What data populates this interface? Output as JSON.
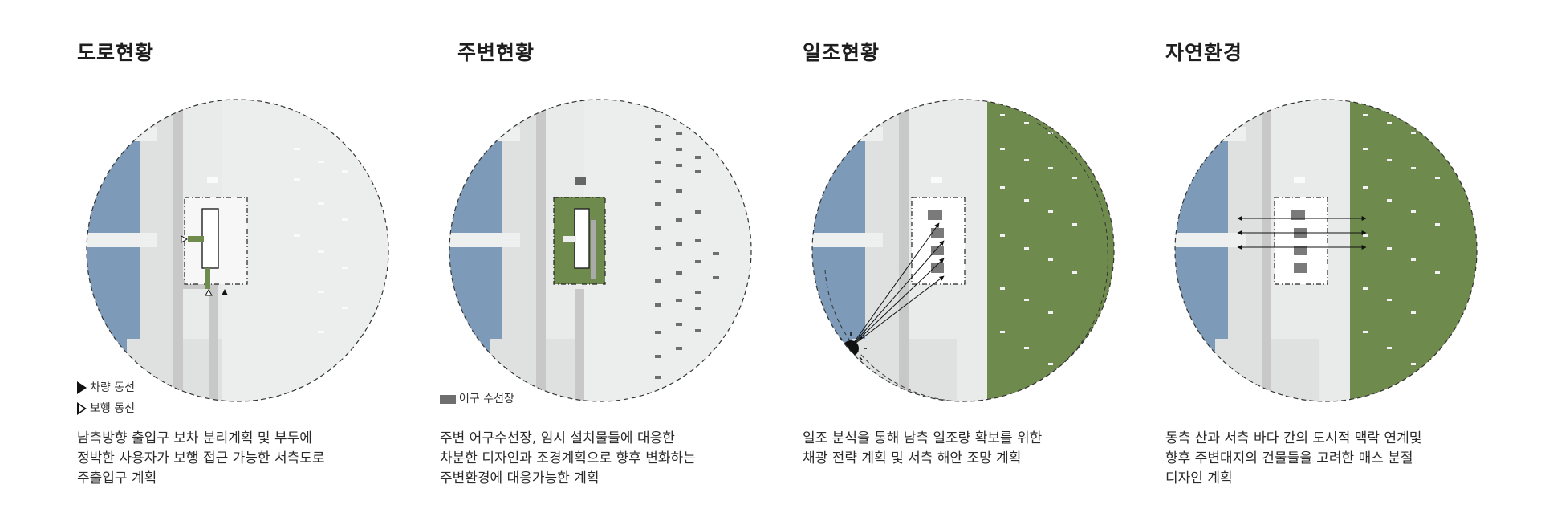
{
  "panels": [
    {
      "title": "도로현황",
      "legend": [
        {
          "icon": "filled-triangle-icon",
          "label": "차량 동선"
        },
        {
          "icon": "outline-triangle-icon",
          "label": "보행 동선"
        }
      ],
      "description": [
        "남측방향 출입구 보차 분리계획 및 부두에",
        "정박한 사용자가 보행 접근 가능한 서측도로",
        "주출입구 계획"
      ]
    },
    {
      "title": "주변현황",
      "legend": [
        {
          "icon": "gray-swatch-icon",
          "label": "어구 수선장"
        }
      ],
      "description": [
        "주변 어구수선장, 임시 설치물들에 대응한",
        "차분한 디자인과 조경계획으로 향후 변화하는",
        "주변환경에 대응가능한 계획"
      ]
    },
    {
      "title": "일조현황",
      "legend": [],
      "description": [
        "일조 분석을 통해 남측 일조량 확보를 위한",
        "채광 전략 계획 및 서측 해안 조망 계획"
      ]
    },
    {
      "title": "자연환경",
      "legend": [],
      "description": [
        "동측 산과 서측 바다 간의 도시적 맥락 연계및",
        "향후 주변대지의 건물들을 고려한 매스 분절",
        "디자인 계획"
      ]
    }
  ],
  "colors": {
    "sea": "#7d9bb8",
    "land": "#e9ebea",
    "road": "#c8c8c8",
    "green": "#6f8a4d",
    "mass": "#7a7a7a"
  }
}
